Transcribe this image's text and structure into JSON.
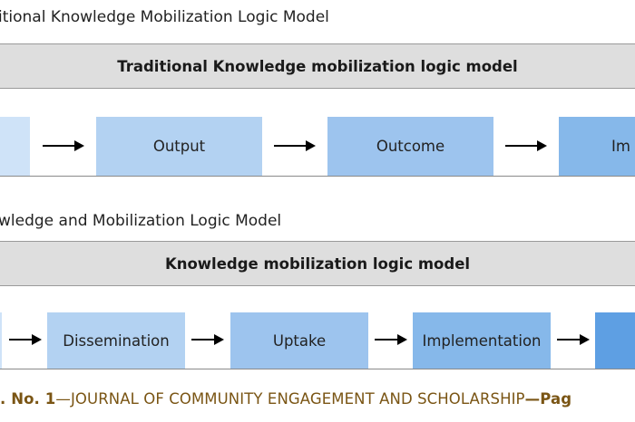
{
  "model1": {
    "caption": "itional Knowledge Mobilization Logic Model",
    "band_title": "Traditional Knowledge mobilization logic model",
    "steps": [
      "",
      "Output",
      "Outcome",
      "Im"
    ]
  },
  "model2": {
    "caption": "wledge and Mobilization Logic Model",
    "band_title": "Knowledge mobilization logic model",
    "steps": [
      "",
      "Dissemination",
      "Uptake",
      "Implementation",
      ""
    ]
  },
  "footer": {
    "issue": ". No. 1",
    "dash1": "—",
    "journal": "JOURNAL OF COMMUNITY ENGAGEMENT AND SCHOLARSHIP",
    "page_prefix": "—Pag"
  },
  "colors": {
    "band": "#dedede",
    "box_light": "#cfe3f8",
    "box_mid": "#b3d2f2",
    "box_medium": "#9dc4ee",
    "box_dark": "#86b8ea",
    "box_darkest": "#5e9fe3",
    "footer_text": "#7a5514"
  }
}
